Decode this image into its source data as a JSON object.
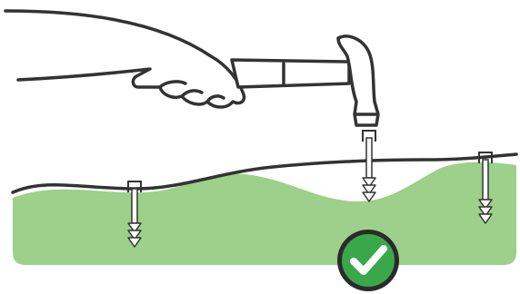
{
  "illustration": {
    "subject": "hand-hammering-staples-into-ground",
    "staple_count": 3,
    "result": "correct"
  },
  "colors": {
    "ground": "#9dd08a",
    "outline": "#333333",
    "badge_fill": "#3aa84a",
    "badge_ring": "#2b2b2b",
    "check": "#ffffff"
  },
  "icons": {
    "tool": "hammer-icon",
    "hand": "hand-icon",
    "staple": "staple-icon",
    "status": "checkmark-icon"
  }
}
